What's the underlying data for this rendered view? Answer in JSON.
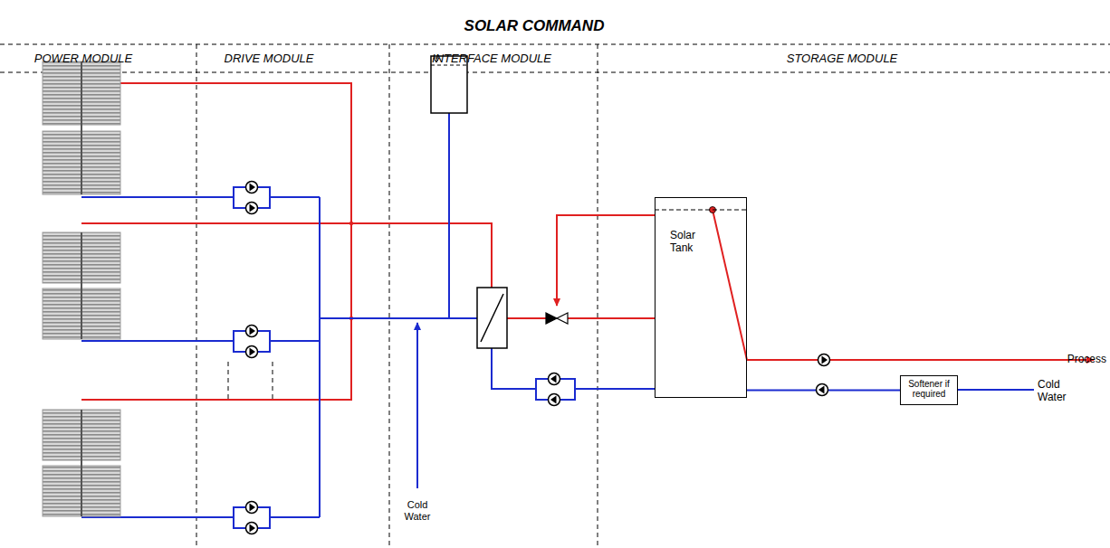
{
  "diagram": {
    "title": "SOLAR COMMAND",
    "nodes": [
      {
        "text": [
          "Solar Tank"
        ]
      },
      {
        "text": [
          "Softener if required"
        ]
      }
    ],
    "edges": [
      {
        "from": 1,
        "to": 0,
        "arrow": "none"
      }
    ],
    "labels": [
      "POWER MODULE",
      "DRIVE MODULE",
      "INTERFACE MODULE",
      "STORAGE MODULE",
      "Cold Water",
      "Process",
      "Cold Water"
    ]
  }
}
